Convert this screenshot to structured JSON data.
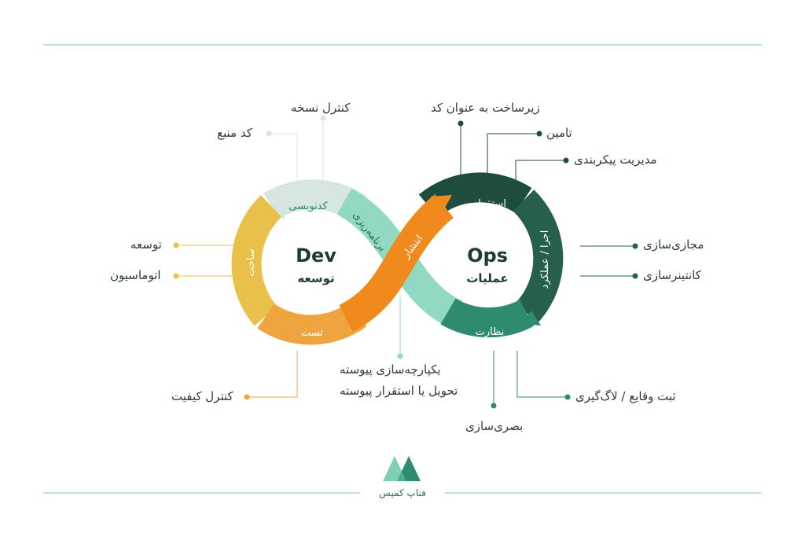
{
  "left_hub": {
    "title": "Dev",
    "subtitle": "توسعه"
  },
  "right_hub": {
    "title": "Ops",
    "subtitle": "عملیات"
  },
  "segments": {
    "code": "کدنویسی",
    "build": "ساخت",
    "test": "تست",
    "plan": "برنامه‌ریزی",
    "release": "انتشار",
    "deploy": "استقرار",
    "operate": "اجرا / عملکرد",
    "monitor": "نظارت"
  },
  "labels": {
    "version_control": "کنترل نسخه",
    "source_code": "کد منبع",
    "development": "توسعه",
    "automation": "اتوماسیون",
    "quality_control": "کنترل کیفیت",
    "ci_line1": "یکپارچه‌سازی پیوسته",
    "ci_line2": "تحویل یا استقرار پیوسته",
    "iac": "زیرساخت به عنوان کد",
    "provisioning": "تامین",
    "config_mgmt": "مدیریت پیکربندی",
    "virtualization": "مجازی‌سازی",
    "containerization": "کانتینرسازی",
    "logging": "ثبت وقایع / لاگ‌گیری",
    "visualization": "بصری‌سازی"
  },
  "logo": {
    "text": "فناپ کمپس"
  },
  "colors": {
    "yellow": "#e8c04a",
    "orange_light": "#eea540",
    "orange": "#f08a1c",
    "mint": "#92d9c4",
    "pale": "#d7e6e2",
    "dark_green": "#1e4c3f",
    "mid_green": "#26604d",
    "teal": "#2e8a70",
    "rule": "#7fbfae"
  }
}
